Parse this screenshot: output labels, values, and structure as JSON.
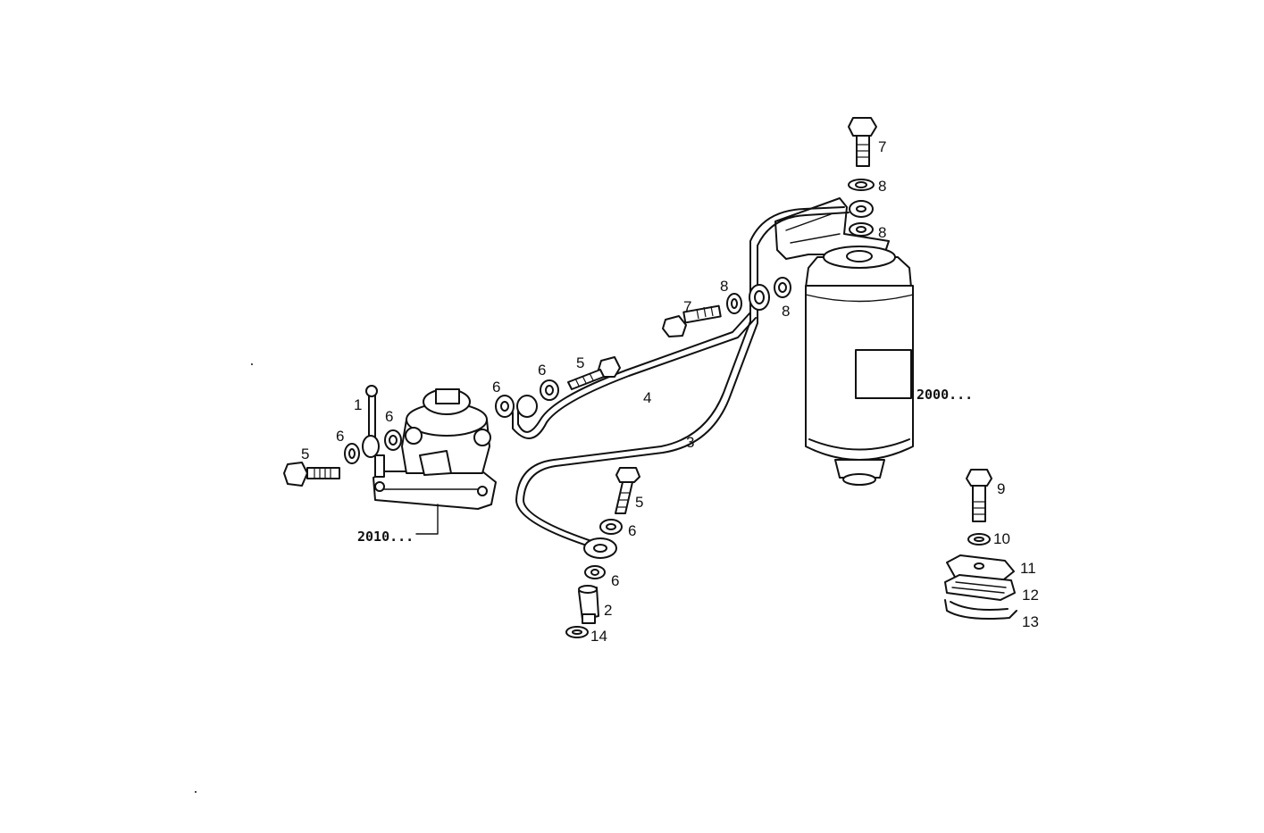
{
  "diagram": {
    "callouts": {
      "c1": "1",
      "c2": "2",
      "c3": "3",
      "c4": "4",
      "c5a": "5",
      "c5b": "5",
      "c5c": "5",
      "c6a": "6",
      "c6b": "6",
      "c6c": "6",
      "c6d": "6",
      "c6e": "6",
      "c6f": "6",
      "c7a": "7",
      "c7b": "7",
      "c8a": "8",
      "c8b": "8",
      "c8c": "8",
      "c8d": "8",
      "c9": "9",
      "c10": "10",
      "c11": "11",
      "c12": "12",
      "c13": "13",
      "c14": "14",
      "ref_pump": "2010...",
      "ref_filter": "2000..."
    }
  }
}
